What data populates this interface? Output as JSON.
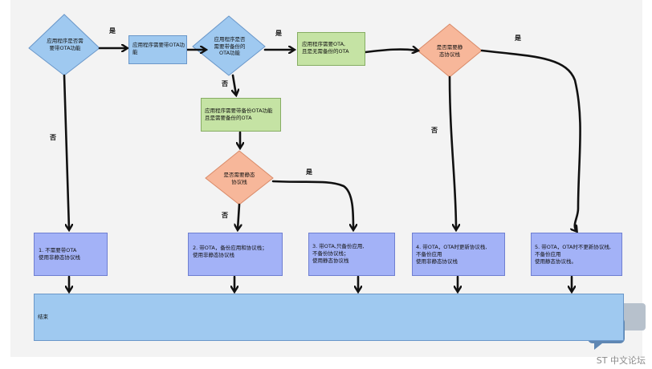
{
  "diamonds": {
    "d1": "应用程序是否需\n要带OTA功能",
    "d2": "应用程序是否\n需要带备份的\nOTA功能",
    "d3": "是否需要静\n态协议栈",
    "d4": "是否需要静态\n协议栈"
  },
  "boxes": {
    "b_need_ota": "应用程序需要带OTA功\n能",
    "b_no_backup": "应用程序需要OTA,\n且是无需备份的OTA",
    "b_need_backup": "应用程序需要带备份OTA功能\n且是需要备份的OTA"
  },
  "results": {
    "r1": "1. 不需要带OTA\n使用非静态协议栈",
    "r2": "2. 带OTA，备份应用和协议栈；\n使用非静态协议栈",
    "r3": "3. 带OTA,只备份应用,\n不备份协议栈；\n使用静态协议栈",
    "r4": "4. 带OTA，OTA时更新协议栈,\n不备份应用\n使用非静态协议栈",
    "r5": "5. 带OTA，OTA时不更新协议栈,\n不备份应用\n使用静态协议栈。"
  },
  "end_label": "结束",
  "edge_labels": {
    "yes": "是",
    "no": "否"
  },
  "watermark": "ST 中文论坛",
  "colors": {
    "diamond_blue": "#9fc9f0",
    "diamond_orange": "#f7b79a",
    "box_green": "#c5e3a4",
    "box_purple": "#a3b2f7",
    "arrow": "#111111"
  }
}
